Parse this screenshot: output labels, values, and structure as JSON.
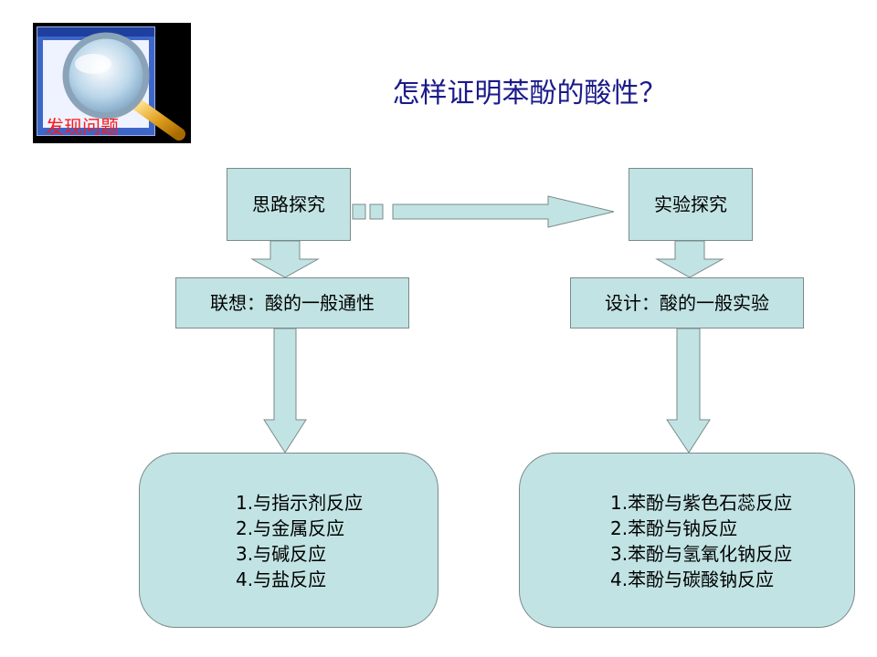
{
  "logo": {
    "label": "发现问题",
    "icon": "magnifier-icon"
  },
  "title": "怎样证明苯酚的酸性？",
  "left": {
    "top_box": "思路探究",
    "mid_box": "联想：酸的一般通性",
    "items": [
      "1.与指示剂反应",
      "2.与金属反应",
      "3.与碱反应",
      "4.与盐反应"
    ]
  },
  "right": {
    "top_box": "实验探究",
    "mid_box": "设计：酸的一般实验",
    "items": [
      "1.苯酚与紫色石蕊反应",
      "2.苯酚与钠反应",
      "3.苯酚与氢氧化钠反应",
      "4.苯酚与碳酸钠反应"
    ]
  },
  "colors": {
    "box_fill": "#c2e3e3",
    "box_border": "#7a8a8a",
    "title": "#1a1a8a",
    "logo_label": "#ff1a1a"
  }
}
